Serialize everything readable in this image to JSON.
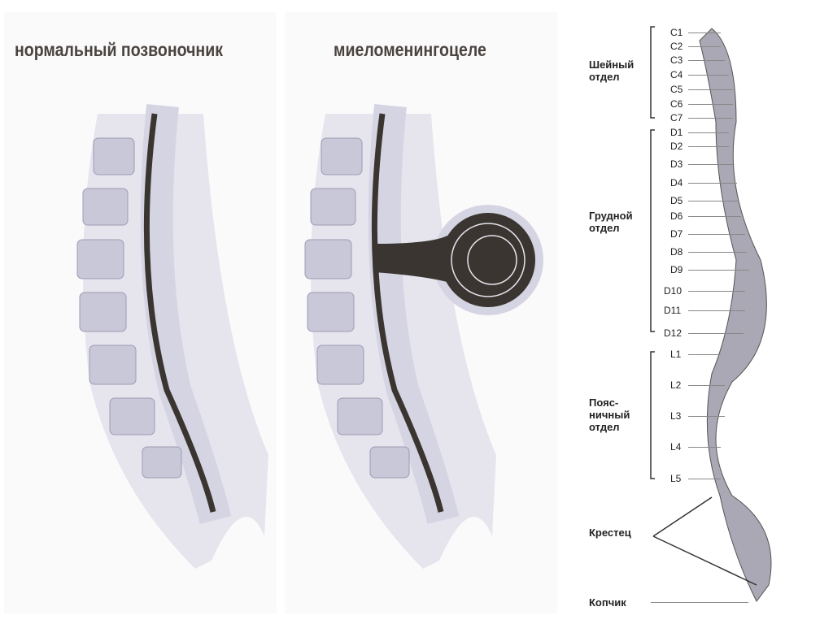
{
  "titles": {
    "normal": "нормальный позвоночник",
    "mmc": "миеломенингоцеле"
  },
  "vertebrae": [
    "C1",
    "C2",
    "C3",
    "C4",
    "C5",
    "C6",
    "C7",
    "D1",
    "D2",
    "D3",
    "D4",
    "D5",
    "D6",
    "D7",
    "D8",
    "D9",
    "D10",
    "D11",
    "D12",
    "L1",
    "L2",
    "L3",
    "L4",
    "L5"
  ],
  "groups": {
    "cervical": [
      "Шейный",
      "отдел"
    ],
    "thoracic": [
      "Грудной",
      "отдел"
    ],
    "lumbar": [
      "Пояс-",
      "ничный",
      "отдел"
    ],
    "sacrum": "Крестец",
    "coccyx": "Копчик"
  },
  "colors": {
    "bone": "#c9c8d8",
    "cord": "#3a3530",
    "title": "#4a4440"
  }
}
